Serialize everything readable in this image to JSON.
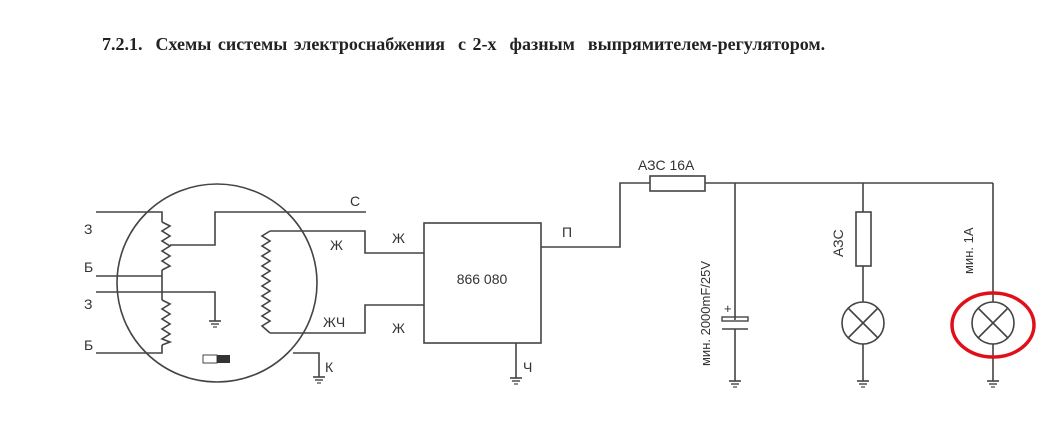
{
  "title": "7.2.1.  Схемы системы электроснабжения  с 2-х  фазным  выпрямителем-регулятором.",
  "generator": {
    "terminals": [
      "З",
      "Б",
      "З",
      "Б"
    ],
    "wire_c": "С",
    "stator_left": "Ж",
    "stator_right": "ЖЧ",
    "ground_k": "К"
  },
  "regulator": {
    "label": "866 080",
    "input_top": "Ж",
    "input_bottom": "Ж",
    "output": "П",
    "ground": "Ч"
  },
  "load": {
    "main_fuse": "АЗС 16А",
    "capacitor": "мин. 2000mF/25V",
    "branch_fuse": "АЗС",
    "lamp2": "мин. 1А"
  },
  "highlight_color": "#e0101a"
}
